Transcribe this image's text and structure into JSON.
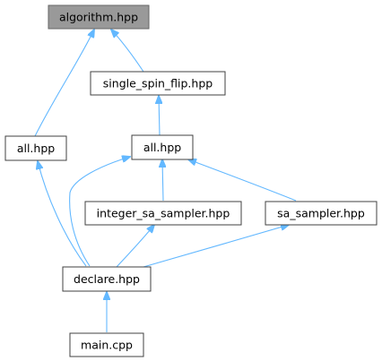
{
  "diagram": {
    "nodes": [
      {
        "id": "algorithm",
        "label": "algorithm.hpp",
        "highlight": true
      },
      {
        "id": "single_spin_flip",
        "label": "single_spin_flip.hpp"
      },
      {
        "id": "all_left",
        "label": "all.hpp"
      },
      {
        "id": "all_mid",
        "label": "all.hpp"
      },
      {
        "id": "integer_sa_sampler",
        "label": "integer_sa_sampler.hpp"
      },
      {
        "id": "sa_sampler",
        "label": "sa_sampler.hpp"
      },
      {
        "id": "declare",
        "label": "declare.hpp"
      },
      {
        "id": "main",
        "label": "main.cpp"
      }
    ],
    "edges": [
      {
        "from": "all_left",
        "to": "algorithm"
      },
      {
        "from": "single_spin_flip",
        "to": "algorithm"
      },
      {
        "from": "all_mid",
        "to": "single_spin_flip"
      },
      {
        "from": "declare",
        "to": "all_left"
      },
      {
        "from": "declare",
        "to": "all_mid"
      },
      {
        "from": "integer_sa_sampler",
        "to": "all_mid"
      },
      {
        "from": "sa_sampler",
        "to": "all_mid"
      },
      {
        "from": "declare",
        "to": "integer_sa_sampler"
      },
      {
        "from": "declare",
        "to": "sa_sampler"
      },
      {
        "from": "main",
        "to": "declare"
      }
    ],
    "colors": {
      "edge": "#63b8ff",
      "highlight_fill": "#999999",
      "node_border": "#404040"
    }
  }
}
